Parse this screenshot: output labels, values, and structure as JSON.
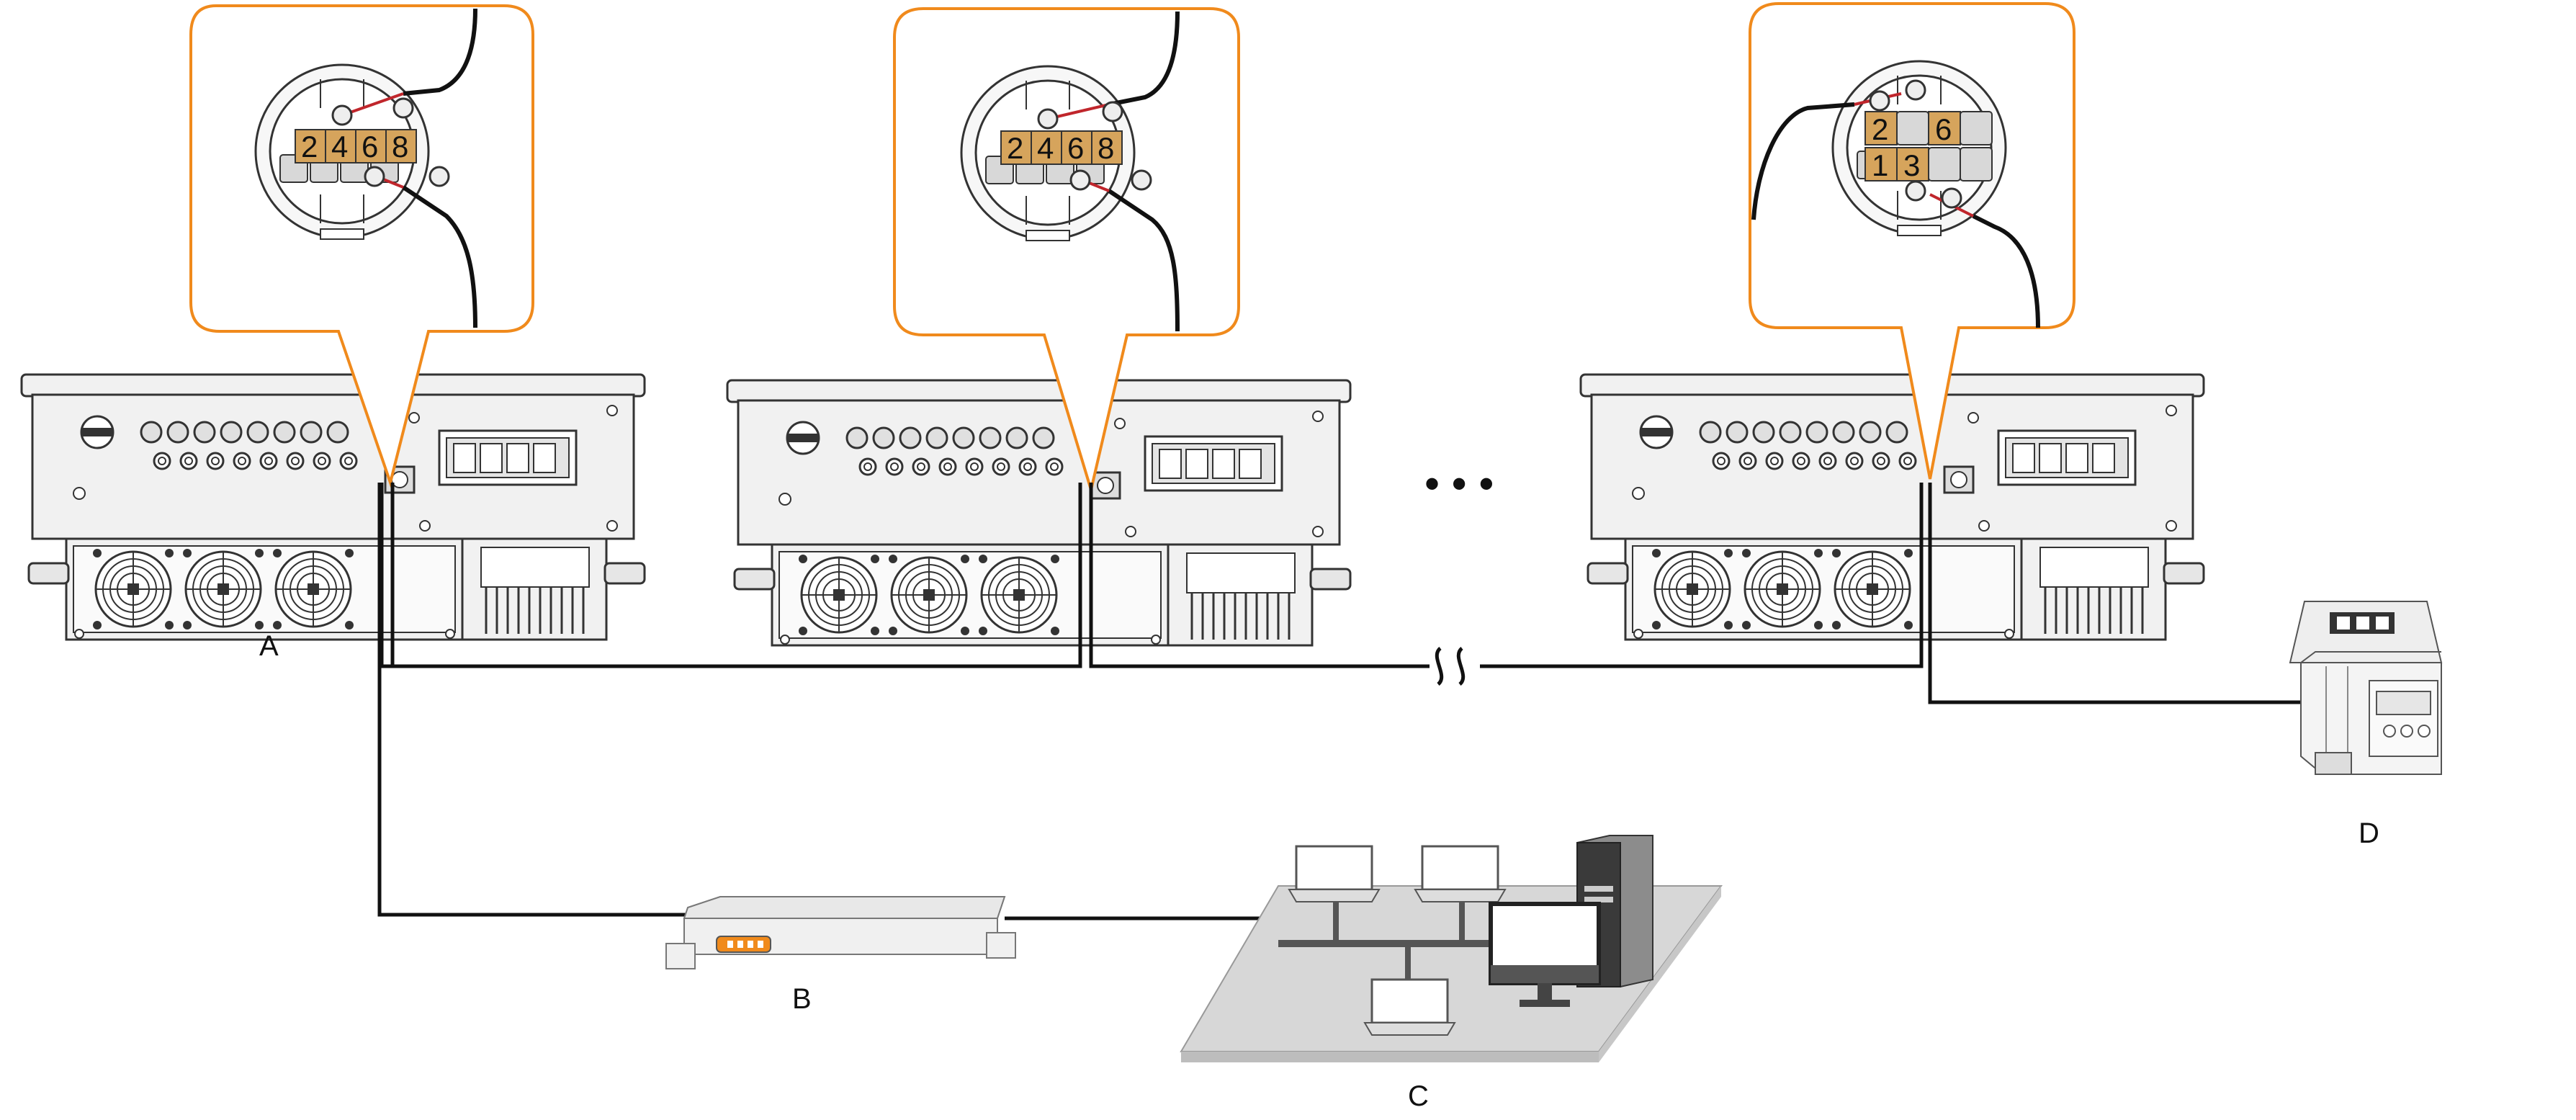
{
  "labels": {
    "a": "A",
    "b": "B",
    "c": "C",
    "d": "D",
    "more": "• • •"
  },
  "connectors": {
    "first": {
      "pins": [
        "2",
        "4",
        "6",
        "8"
      ]
    },
    "second": {
      "pins": [
        "2",
        "4",
        "6",
        "8"
      ]
    },
    "third": {
      "pins_top": [
        "2",
        "6"
      ],
      "pins_bottom": [
        "1",
        "3"
      ]
    }
  },
  "colors": {
    "callout_border": "#f08a1c",
    "pin_highlight": "#d6a45c",
    "wire_red": "#c0262c",
    "wire_black": "#111111"
  }
}
